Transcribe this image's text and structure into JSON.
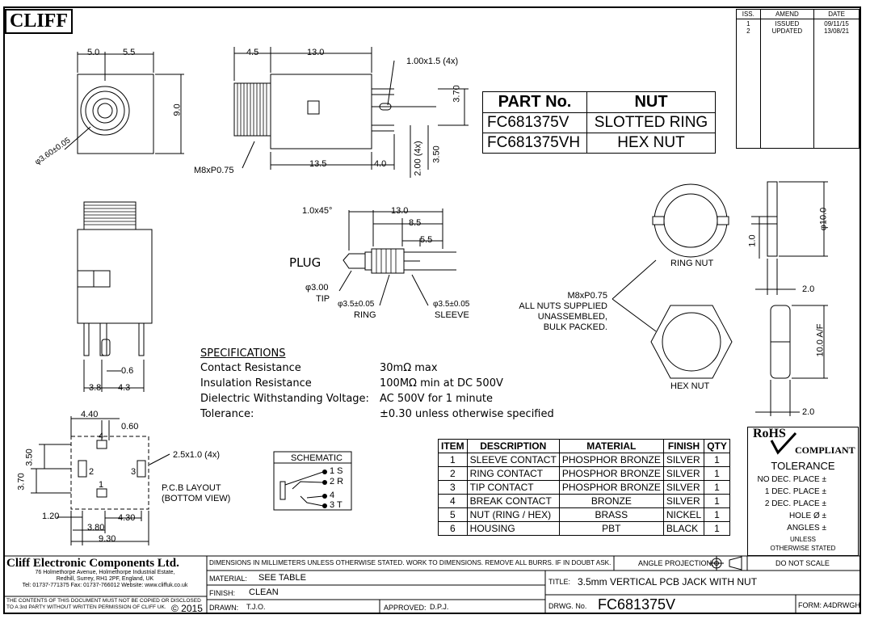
{
  "logo": "CLIFF",
  "revision": {
    "headers": [
      "ISS.",
      "AMEND",
      "DATE"
    ],
    "rows": [
      [
        "1",
        "ISSUED",
        "09/11/15"
      ],
      [
        "2",
        "UPDATED",
        "13/08/21"
      ]
    ]
  },
  "parts": {
    "headers": [
      "PART No.",
      "NUT"
    ],
    "rows": [
      [
        "FC681375V",
        "SLOTTED RING"
      ],
      [
        "FC681375VH",
        "HEX NUT"
      ]
    ]
  },
  "dims": {
    "front_w1": "5.0",
    "front_w2": "5.5",
    "front_h": "9.0",
    "front_dia": "φ3.60±0.05",
    "side_a": "4.5",
    "side_b": "13.0",
    "side_pin": "1.00x1.5 (4x)",
    "side_h": "3.70",
    "side_thread": "M8xP0.75",
    "side_c": "13.5",
    "side_d": "4.0",
    "side_e": "2.00 (4x)",
    "side_f": "3.50",
    "bot_a": "0.6",
    "bot_b": "3.8",
    "bot_c": "4.3"
  },
  "plug": {
    "label": "PLUG",
    "chamfer": "1.0x45°",
    "l1": "13.0",
    "l2": "8.5",
    "l3": "5.5",
    "tip_d": "φ3.00",
    "tip": "TIP",
    "ring_d": "φ3.5±0.05",
    "ring": "RING",
    "sleeve_d": "φ3.5±0.05",
    "sleeve": "SLEEVE"
  },
  "nuts": {
    "ring_label": "RING NUT",
    "hex_label": "HEX NUT",
    "note": [
      "M8xP0.75",
      "ALL NUTS SUPPLIED",
      "UNASSEMBLED,",
      "BULK PACKED."
    ],
    "d10": "φ10.0",
    "t10": "1.0",
    "w2a": "2.0",
    "af": "10.0 A/F",
    "w2b": "2.0"
  },
  "specs": {
    "heading": "SPECIFICATIONS",
    "rows": [
      [
        "Contact Resistance",
        "30mΩ max"
      ],
      [
        "Insulation Resistance",
        "100MΩ min at DC 500V"
      ],
      [
        "Dielectric Withstanding Voltage:",
        "AC 500V for 1 minute"
      ],
      [
        "Tolerance:",
        "±0.30 unless otherwise specified"
      ]
    ]
  },
  "pcb": {
    "w1": "4.40",
    "w2": "0.60",
    "h1": "3.50",
    "h2": "3.70",
    "pad": "2.5x1.0 (4x)",
    "title": "P.C.B LAYOUT",
    "sub": "(BOTTOM VIEW)",
    "d120": "1.20",
    "d430": "4.30",
    "d380": "3.80",
    "d930": "9.30",
    "pins": [
      "4",
      "2",
      "3",
      "1"
    ]
  },
  "schematic": {
    "title": "SCHEMATIC",
    "pins": [
      "1 S",
      "2 R",
      "4",
      "3 T"
    ]
  },
  "items": {
    "headers": [
      "ITEM",
      "DESCRIPTION",
      "MATERIAL",
      "FINISH",
      "QTY"
    ],
    "rows": [
      [
        "1",
        "SLEEVE CONTACT",
        "PHOSPHOR BRONZE",
        "SILVER",
        "1"
      ],
      [
        "2",
        "RING CONTACT",
        "PHOSPHOR BRONZE",
        "SILVER",
        "1"
      ],
      [
        "3",
        "TIP CONTACT",
        "PHOSPHOR BRONZE",
        "SILVER",
        "1"
      ],
      [
        "4",
        "BREAK CONTACT",
        "BRONZE",
        "SILVER",
        "1"
      ],
      [
        "5",
        "NUT (RING / HEX)",
        "BRASS",
        "NICKEL",
        "1"
      ],
      [
        "6",
        "HOUSING",
        "PBT",
        "BLACK",
        "1"
      ]
    ]
  },
  "rohs": {
    "a": "RoHS",
    "b": "COMPLIANT"
  },
  "tolerance": {
    "title": "TOLERANCE",
    "lines": [
      "NO DEC. PLACE ±",
      "1 DEC. PLACE ±",
      "2 DEC. PLACE ±",
      "HOLE Ø ±",
      "ANGLES ±",
      "UNLESS",
      "OTHERWISE STATED"
    ]
  },
  "company": {
    "name": "Cliff Electronic Components Ltd.",
    "addr1": "76 Holmethorpe Avenue, Holmethorpe Industrial Estate,",
    "addr2": "Redhill, Surrey, RH1 2PF, England, UK",
    "tel": "Tel: 01737-771375 Fax: 01737-766012 Website: www.cliffuk.co.uk",
    "notice1": "THE CONTENTS OF THIS DOCUMENT MUST NOT BE COPIED OR DISCLOSED",
    "notice2": "TO A 3rd PARTY WITHOUT WRITTEN PERMISSION OF CLIFF UK.",
    "copyright": "© 2015"
  },
  "titleblock": {
    "dim_note": "DIMENSIONS IN MILLIMETERS UNLESS OTHERWISE STATED. WORK TO DIMENSIONS. REMOVE ALL BURRS. IF IN DOUBT ASK.",
    "angle": "ANGLE PROJECTION:",
    "noscale": "DO NOT SCALE",
    "material_l": "MATERIAL:",
    "material": "SEE TABLE",
    "finish_l": "FINISH:",
    "finish": "CLEAN",
    "drawn_l": "DRAWN:",
    "drawn": "T.J.O.",
    "approved_l": "APPROVED:",
    "approved": "D.P.J.",
    "title_l": "TITLE:",
    "title": "3.5mm VERTICAL PCB JACK WITH NUT",
    "drwg_l": "DRWG. No.",
    "drwg": "FC681375V",
    "form": "FORM: A4DRWGH"
  }
}
